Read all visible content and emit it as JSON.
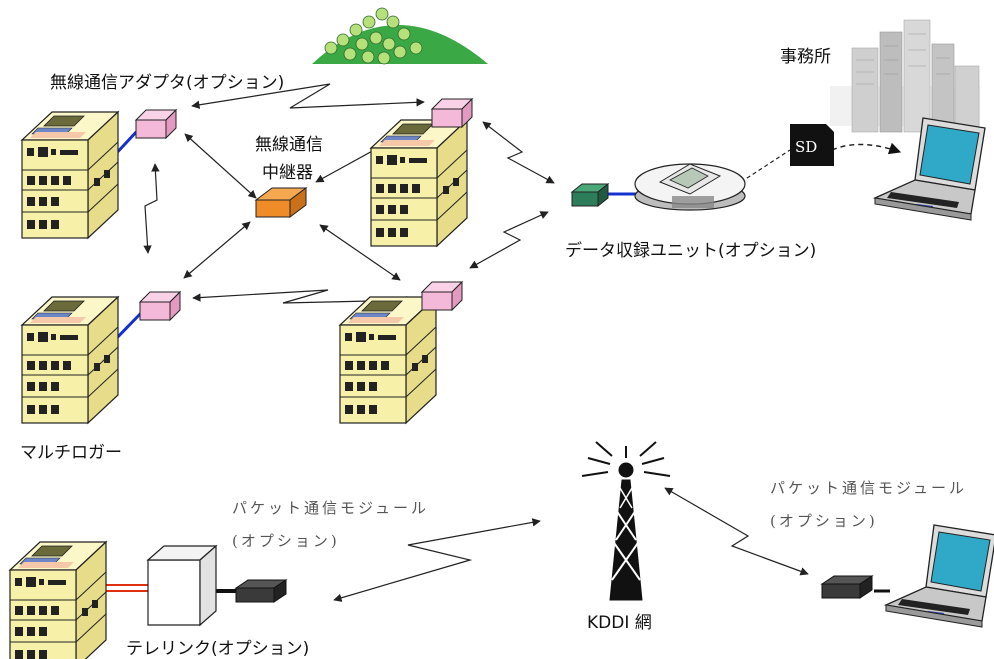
{
  "labels": {
    "wireless_adapter": "無線通信アダプタ(オプション)",
    "relay_line1": "無線通信",
    "relay_line2": "中継器",
    "office": "事務所",
    "data_unit": "データ収録ユニット(オプション)",
    "multilogger": "マルチロガー",
    "packet_left_line1": "パケット通信モジュール",
    "packet_left_line2": "(オプション)",
    "packet_right_line1": "パケット通信モジュール",
    "packet_right_line2": "(オプション)",
    "telelink": "テレリンク(オプション)",
    "kddi": "KDDI 網",
    "sd": "SD"
  },
  "colors": {
    "logger_body": "#f6f0a8",
    "adapter": "#f4b8d8",
    "relay": "#f08c28",
    "link_blue": "#1530d0",
    "cable_red": "#e03010",
    "module_dark": "#3a3a3a",
    "data_unit_green": "#2e7d5a",
    "hill_green": "#3aa845"
  },
  "icons": [
    "multilogger-icon",
    "wireless-adapter-icon",
    "relay-icon",
    "data-unit-icon",
    "sd-card-icon",
    "laptop-icon",
    "building-icon",
    "antenna-tower-icon",
    "telelink-icon",
    "packet-module-icon",
    "hill-trees-icon"
  ]
}
